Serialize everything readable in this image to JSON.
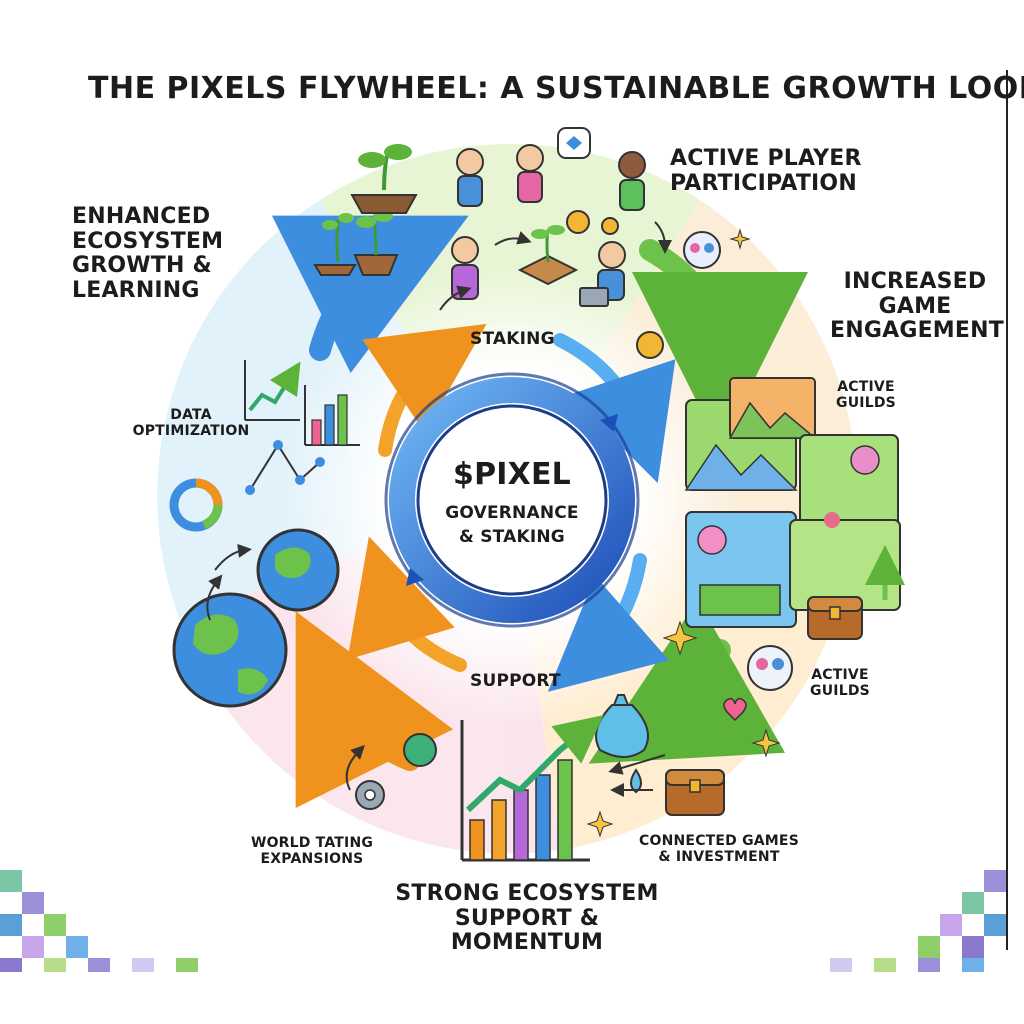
{
  "title": "THE PIXELS FLYWHEEL: A SUSTAINABLE GROWTH LOOP",
  "core": {
    "token": "$PIXEL",
    "line1": "GOVERNANCE",
    "line2": "& STAKING",
    "top_label": "STAKING",
    "bottom_label": "SUPPORT"
  },
  "stages": {
    "player": {
      "line1": "ACTIVE PLAYER",
      "line2": "PARTICIPATION"
    },
    "engagement": {
      "line1": "INCREASED",
      "line2": "GAME",
      "line3": "ENGAGEMENT"
    },
    "guilds_top": {
      "line1": "ACTIVE",
      "line2": "GUILDS"
    },
    "guilds_bottom": {
      "line1": "ACTIVE",
      "line2": "GUILDS"
    },
    "investment": {
      "line1": "CONNECTED GAMES",
      "line2": "& INVESTMENT"
    },
    "support": {
      "line1": "STRONG ECOSYSTEM",
      "line2": "SUPPORT & MOMENTUM"
    },
    "world": {
      "line1": "WORLD TATING",
      "line2": "EXPANSIONS"
    },
    "data": {
      "line1": "DATA",
      "line2": "OPTIMIZATION"
    },
    "growth": {
      "line1": "ENHANCED",
      "line2": "ECOSYSTEM",
      "line3": "GROWTH &",
      "line4": "LEARNING"
    }
  },
  "colors": {
    "ring_blue": "#2f6fd6",
    "arrow_green": "#6cc24a",
    "arrow_orange": "#f4a32a",
    "arrow_blue": "#4aa0e8",
    "coin": "#f2b632"
  }
}
